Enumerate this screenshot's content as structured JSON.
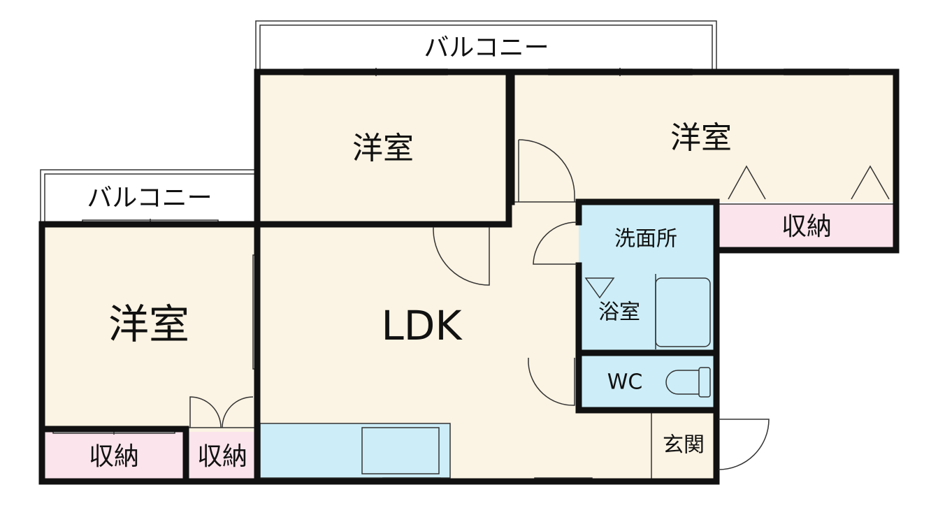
{
  "colors": {
    "room_beige": "#fbf3e3",
    "wet_blue": "#cdeef8",
    "storage_pink": "#fbe4ec",
    "wall": "#111111",
    "line": "#333333"
  },
  "balconies": {
    "top": "バルコニー",
    "left": "バルコニー"
  },
  "rooms": {
    "western_top_left": "洋室",
    "western_top_right": "洋室",
    "western_left": "洋室",
    "ldk": "LDK",
    "washroom": "洗面所",
    "bathroom": "浴室",
    "wc": "WC",
    "entrance": "玄関"
  },
  "storage": {
    "right": "収納",
    "bottom_left": "収納",
    "bottom_mid": "収納"
  }
}
